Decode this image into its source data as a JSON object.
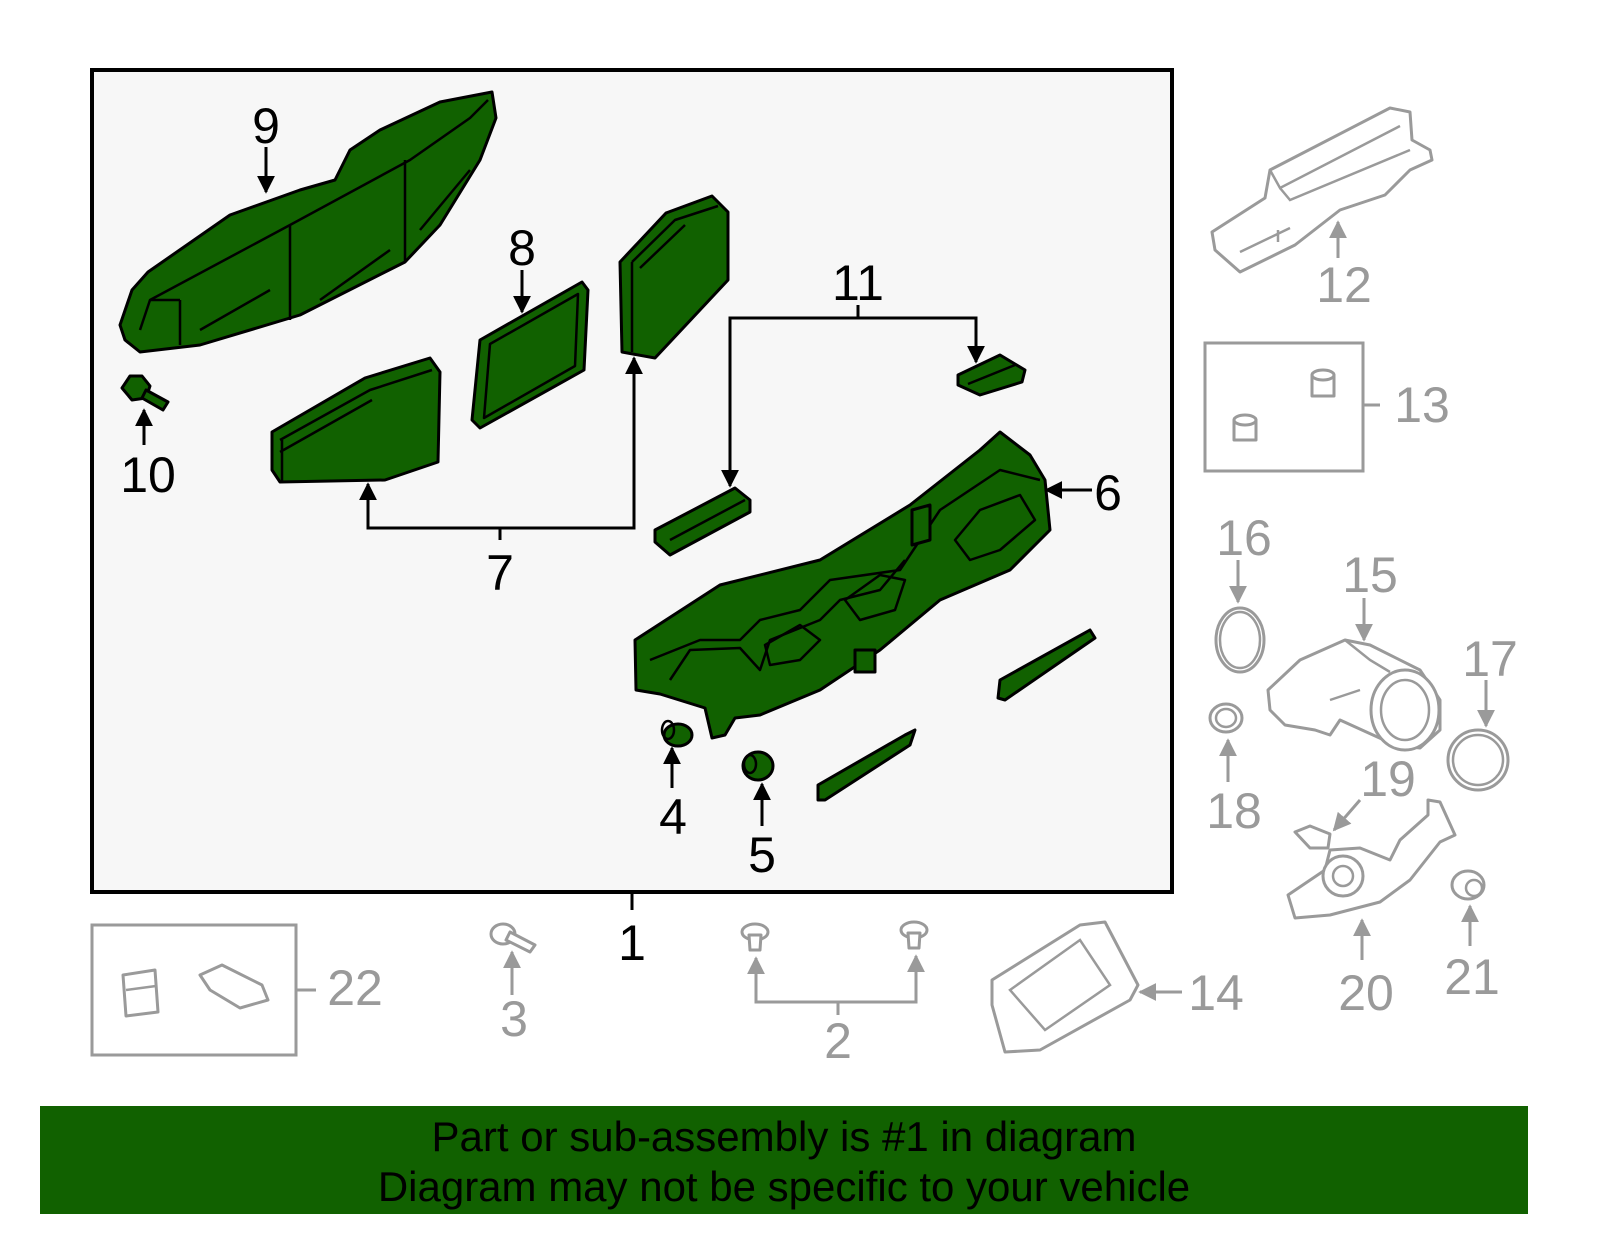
{
  "labels": {
    "p1": "1",
    "p2": "2",
    "p3": "3",
    "p4": "4",
    "p5": "5",
    "p6": "6",
    "p7": "7",
    "p8": "8",
    "p9": "9",
    "p10": "10",
    "p11": "11",
    "p12": "12",
    "p13": "13",
    "p14": "14",
    "p15": "15",
    "p16": "16",
    "p17": "17",
    "p18": "18",
    "p19": "19",
    "p20": "20",
    "p21": "21",
    "p22": "22"
  },
  "banner": {
    "line1": "Part or sub-assembly is #1 in diagram",
    "line2": "Diagram may not be specific to your vehicle"
  },
  "colors": {
    "highlight": "#116100",
    "outline": "#000000",
    "secondary": "#9a9a9a",
    "panel": "#f7f7f7"
  }
}
